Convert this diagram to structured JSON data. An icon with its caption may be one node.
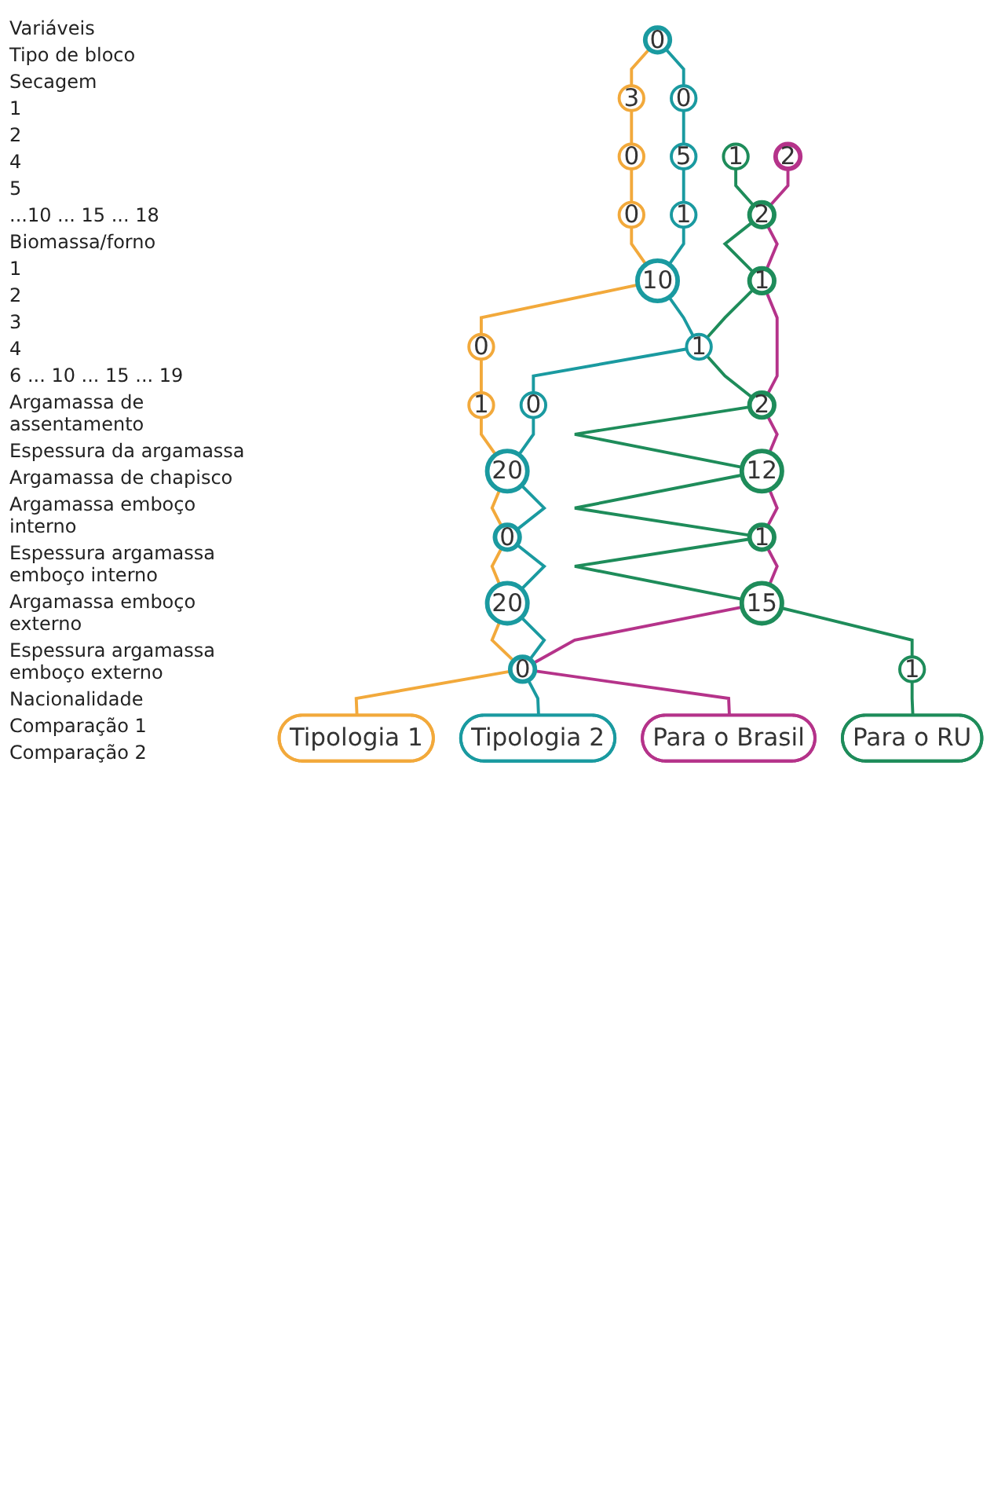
{
  "diagram": {
    "nodes": [
      {
        "text": [
          "0"
        ]
      },
      {
        "text": [
          "1"
        ]
      },
      {
        "text": [
          "2"
        ]
      },
      {
        "text": [
          "0"
        ]
      },
      {
        "text": [
          "3"
        ]
      },
      {
        "text": [
          "0"
        ]
      },
      {
        "text": [
          "5"
        ]
      },
      {
        "text": [
          "0"
        ]
      },
      {
        "text": [
          "1"
        ]
      },
      {
        "text": [
          "2"
        ]
      },
      {
        "text": [
          "1"
        ]
      },
      {
        "text": [
          "10"
        ]
      },
      {
        "text": [
          "0"
        ]
      },
      {
        "text": [
          "1"
        ]
      },
      {
        "text": [
          "0"
        ]
      },
      {
        "text": [
          "1"
        ]
      },
      {
        "text": [
          "2"
        ]
      },
      {
        "text": [
          "12"
        ]
      },
      {
        "text": [
          "20"
        ]
      },
      {
        "text": [
          "0"
        ]
      },
      {
        "text": [
          "1"
        ]
      },
      {
        "text": [
          "15"
        ]
      },
      {
        "text": [
          "20"
        ]
      },
      {
        "text": [
          "0"
        ]
      },
      {
        "text": [
          "1"
        ]
      },
      {
        "text": [
          "Tipologia 1"
        ]
      },
      {
        "text": [
          "Tipologia 2"
        ]
      },
      {
        "text": [
          "Para o RU"
        ]
      },
      {
        "text": [
          "Para o Brasil"
        ]
      }
    ],
    "edges": [
      {
        "from": 0,
        "to": 4,
        "arrow": "none",
        "color": "#f2a93b"
      },
      {
        "from": 4,
        "to": 5,
        "arrow": "none",
        "color": "#f2a93b"
      },
      {
        "from": 5,
        "to": 7,
        "arrow": "none",
        "color": "#f2a93b"
      },
      {
        "from": 7,
        "to": 11,
        "arrow": "none",
        "color": "#f2a93b"
      },
      {
        "from": 11,
        "to": 12,
        "arrow": "none",
        "color": "#f2a93b"
      },
      {
        "from": 12,
        "to": 15,
        "arrow": "none",
        "color": "#f2a93b"
      },
      {
        "from": 15,
        "to": 18,
        "arrow": "none",
        "color": "#f2a93b"
      },
      {
        "from": 18,
        "to": 19,
        "arrow": "none",
        "color": "#f2a93b"
      },
      {
        "from": 19,
        "to": 22,
        "arrow": "none",
        "color": "#f2a93b"
      },
      {
        "from": 22,
        "to": 23,
        "arrow": "none",
        "color": "#f2a93b"
      },
      {
        "from": 23,
        "to": 25,
        "arrow": "none",
        "color": "#f2a93b"
      },
      {
        "from": 0,
        "to": 3,
        "arrow": "none",
        "color": "#1a9aa0"
      },
      {
        "from": 3,
        "to": 6,
        "arrow": "none",
        "color": "#1a9aa0"
      },
      {
        "from": 6,
        "to": 8,
        "arrow": "none",
        "color": "#1a9aa0"
      },
      {
        "from": 8,
        "to": 11,
        "arrow": "none",
        "color": "#1a9aa0"
      },
      {
        "from": 11,
        "to": 13,
        "arrow": "none",
        "color": "#1a9aa0"
      },
      {
        "from": 13,
        "to": 14,
        "arrow": "none",
        "color": "#1a9aa0"
      },
      {
        "from": 14,
        "to": 18,
        "arrow": "none",
        "color": "#1a9aa0"
      },
      {
        "from": 18,
        "to": 19,
        "arrow": "none",
        "color": "#1a9aa0"
      },
      {
        "from": 19,
        "to": 22,
        "arrow": "none",
        "color": "#1a9aa0"
      },
      {
        "from": 22,
        "to": 23,
        "arrow": "none",
        "color": "#1a9aa0"
      },
      {
        "from": 23,
        "to": 26,
        "arrow": "none",
        "color": "#1a9aa0"
      },
      {
        "from": 1,
        "to": 9,
        "arrow": "none",
        "color": "#1e8c5a"
      },
      {
        "from": 9,
        "to": 10,
        "arrow": "none",
        "color": "#1e8c5a"
      },
      {
        "from": 10,
        "to": 13,
        "arrow": "none",
        "color": "#1e8c5a"
      },
      {
        "from": 13,
        "to": 16,
        "arrow": "none",
        "color": "#1e8c5a"
      },
      {
        "from": 16,
        "to": 17,
        "arrow": "none",
        "color": "#1e8c5a"
      },
      {
        "from": 17,
        "to": 20,
        "arrow": "none",
        "color": "#1e8c5a"
      },
      {
        "from": 20,
        "to": 21,
        "arrow": "none",
        "color": "#1e8c5a"
      },
      {
        "from": 21,
        "to": 24,
        "arrow": "none",
        "color": "#1e8c5a"
      },
      {
        "from": 24,
        "to": 27,
        "arrow": "none",
        "color": "#1e8c5a"
      },
      {
        "from": 2,
        "to": 9,
        "arrow": "none",
        "color": "#b5338a"
      },
      {
        "from": 9,
        "to": 10,
        "arrow": "none",
        "color": "#b5338a"
      },
      {
        "from": 10,
        "to": 16,
        "arrow": "none",
        "color": "#b5338a"
      },
      {
        "from": 16,
        "to": 17,
        "arrow": "none",
        "color": "#b5338a"
      },
      {
        "from": 17,
        "to": 20,
        "arrow": "none",
        "color": "#b5338a"
      },
      {
        "from": 20,
        "to": 21,
        "arrow": "none",
        "color": "#b5338a"
      },
      {
        "from": 21,
        "to": 23,
        "arrow": "none",
        "color": "#b5338a"
      },
      {
        "from": 23,
        "to": 28,
        "arrow": "none",
        "color": "#b5338a"
      }
    ],
    "labels": [
      "Variáveis",
      "Tipo de bloco",
      "Secagem",
      "1",
      "2",
      "4",
      "5",
      "...10 ... 15 ... 18",
      "Biomassa/forno",
      "1",
      "2",
      "3",
      "4",
      "6 ... 10 ... 15 ... 19",
      "Argamassa de assentamento",
      "Espessura da argamassa",
      "Argamassa de chapisco",
      "Argamassa emboço interno",
      "Espessura argamassa emboço interno",
      "Argamassa emboço externo",
      "Espessura argamassa emboço externo",
      "Nacionalidade",
      "Comparação 1",
      "Comparação 2"
    ]
  }
}
